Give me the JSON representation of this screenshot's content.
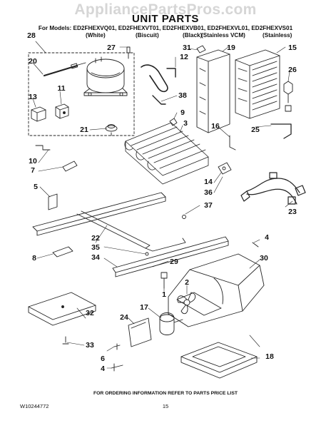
{
  "watermark": "AppliancePartsPros.com",
  "title": "UNIT PARTS",
  "models_line": "For Models: ED2FHEXVQ01, ED2FHEXVT01, ED2FHEXVB01, ED2FHEXVL01, ED2FHEXVS01",
  "variants": [
    "(White)",
    "(Biscuit)",
    "(Black)",
    "(Stainless VCM)",
    "(Stainless)"
  ],
  "callouts": [
    "28",
    "27",
    "20",
    "12",
    "13",
    "11",
    "21",
    "38",
    "31",
    "19",
    "15",
    "26",
    "9",
    "3",
    "16",
    "25",
    "10",
    "7",
    "14",
    "36",
    "5",
    "37",
    "23",
    "22",
    "35",
    "34",
    "8",
    "29",
    "4",
    "30",
    "1",
    "2",
    "17",
    "24",
    "32",
    "33",
    "6",
    "4",
    "18"
  ],
  "footer": "FOR ORDERING INFORMATION REFER TO PARTS PRICE LIST",
  "document_number": "W10244772",
  "page_number": "15"
}
